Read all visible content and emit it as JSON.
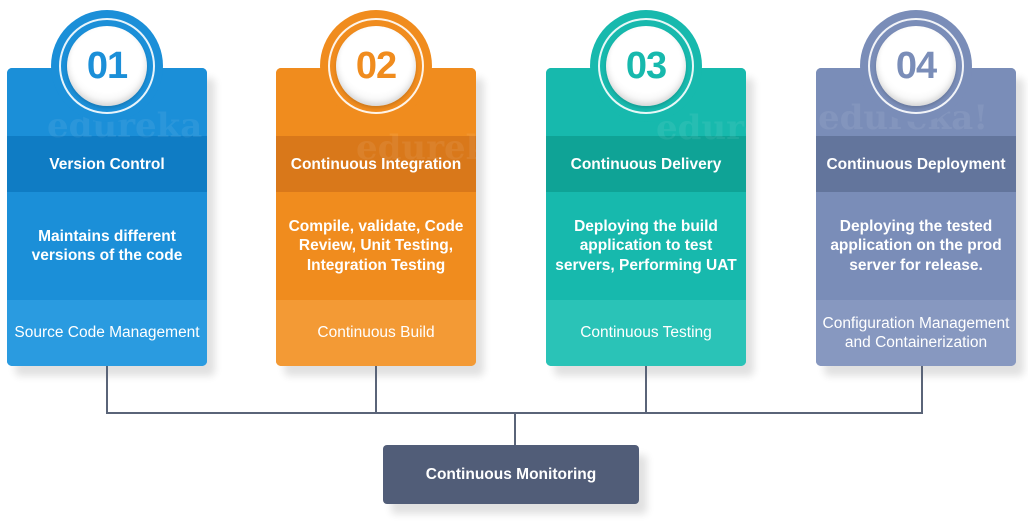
{
  "stages": [
    {
      "number": "01",
      "title": "Version Control",
      "description": "Maintains different versions of the code",
      "tool": "Source Code Management",
      "colors": {
        "main": "#1b8fd8",
        "title_band": "#0f7cc4",
        "tool_band": "#2a9be0",
        "ring": "#1b8fd8"
      }
    },
    {
      "number": "02",
      "title": "Continuous Integration",
      "description": "Compile, validate, Code Review, Unit Testing, Integration Testing",
      "tool": "Continuous Build",
      "colors": {
        "main": "#f08c1e",
        "title_band": "#d9781a",
        "tool_band": "#f39a35",
        "ring": "#f08c1e"
      }
    },
    {
      "number": "03",
      "title": "Continuous Delivery",
      "description": "Deploying the build application to test servers, Performing UAT",
      "tool": "Continuous Testing",
      "colors": {
        "main": "#17b9ad",
        "title_band": "#0fa396",
        "tool_band": "#2ac3b7",
        "ring": "#17b9ad"
      }
    },
    {
      "number": "04",
      "title": "Continuous Deployment",
      "description": "Deploying the tested application on the prod server for release.",
      "tool": "Configuration Management and Containerization",
      "colors": {
        "main": "#7a8db8",
        "title_band": "#63759c",
        "tool_band": "#8798c0",
        "ring": "#7a8db8"
      }
    }
  ],
  "monitoring": {
    "label": "Continuous Monitoring",
    "color": "#515d78"
  },
  "watermark": "edureka!"
}
